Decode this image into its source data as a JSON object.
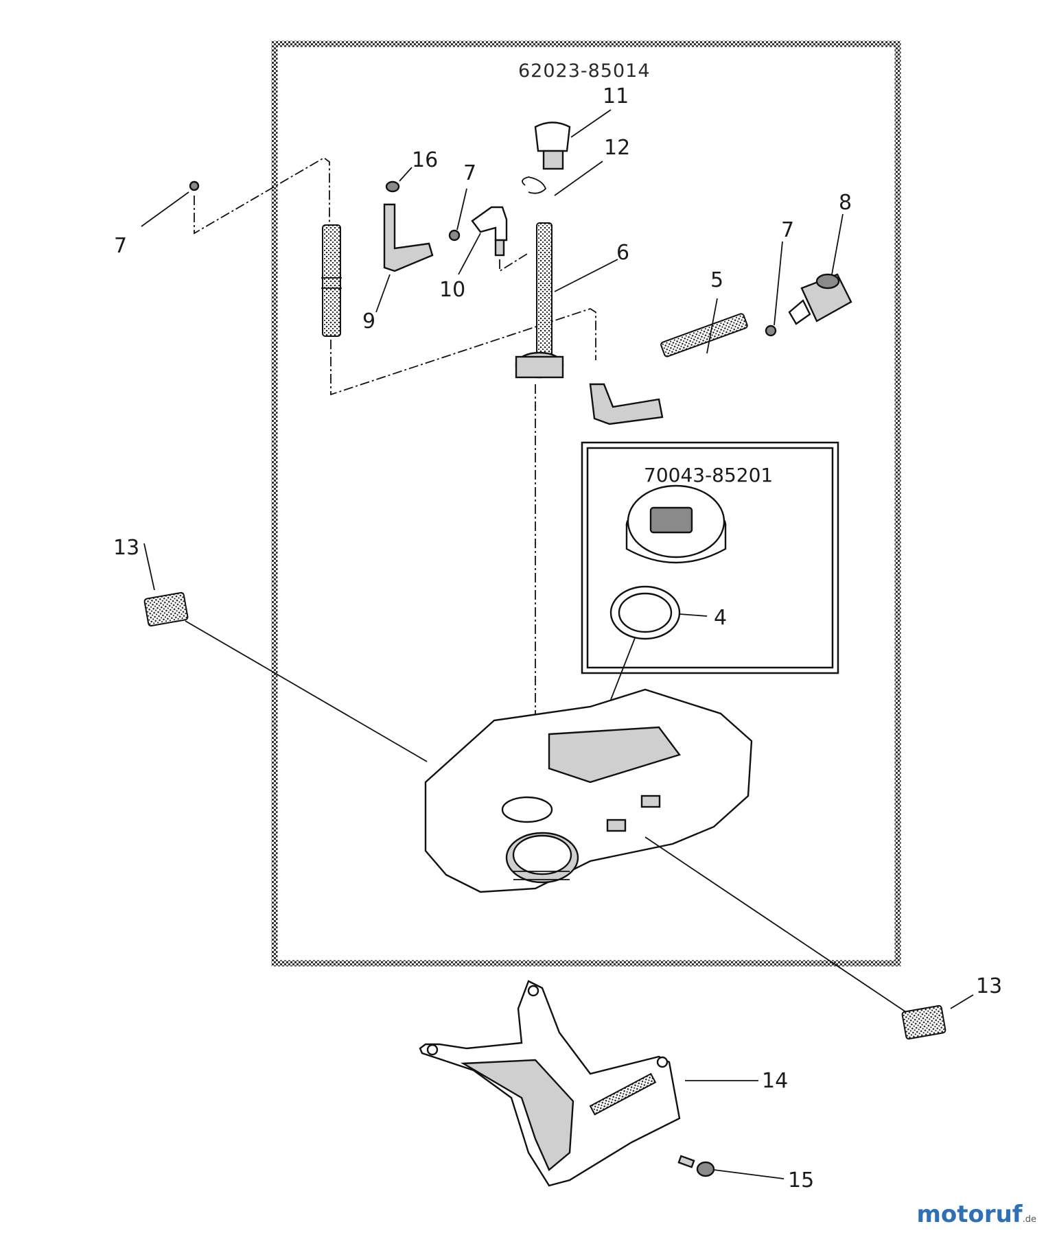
{
  "assemblies": {
    "outer_kit": "62023-85014",
    "cap_kit": "70043-85201"
  },
  "callouts": {
    "n11": "11",
    "n12": "12",
    "n16": "16",
    "n7_a": "7",
    "n7_b": "7",
    "n7_c": "7",
    "n8": "8",
    "n6": "6",
    "n5": "5",
    "n10": "10",
    "n9": "9",
    "n13_a": "13",
    "n13_b": "13",
    "n4": "4",
    "n14": "14",
    "n15": "15"
  },
  "watermark": {
    "brand": "motoruf",
    "tld": ".de"
  }
}
